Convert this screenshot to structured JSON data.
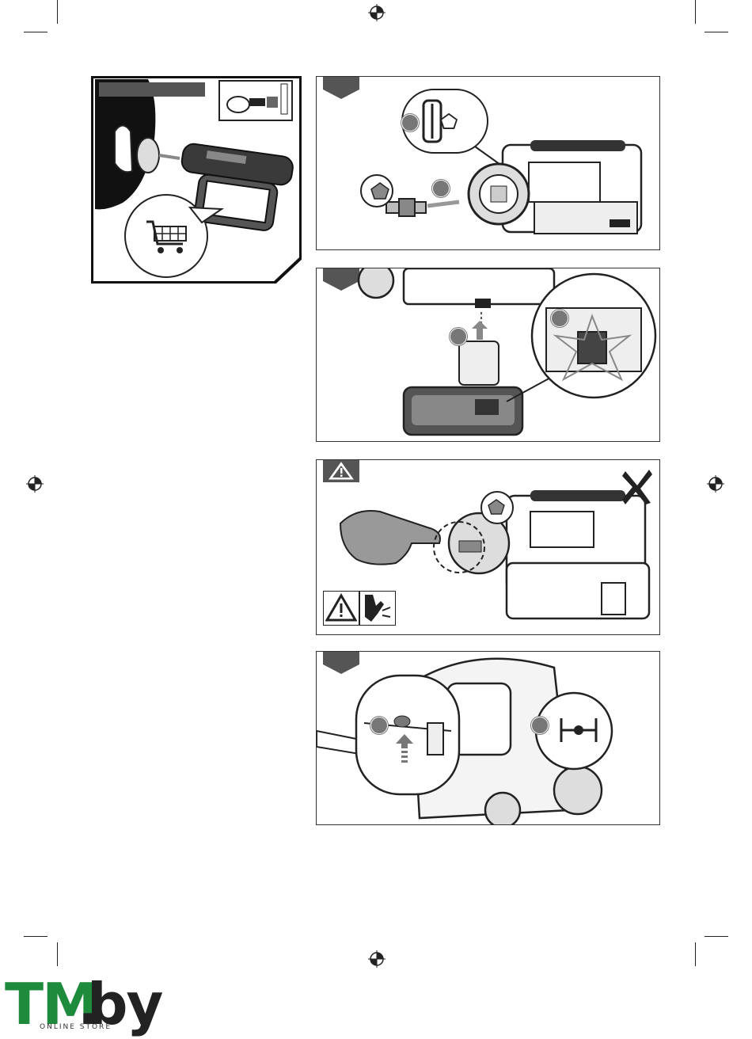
{
  "brand": {
    "logo_main": "TM",
    "logo_dot": ".",
    "logo_suffix": "by",
    "logo_tagline": "ONLINE STORE",
    "color_green": "#1e8a3c",
    "color_dark": "#222222"
  },
  "panels": [
    {
      "id": "panel-1",
      "tab": "step-tab",
      "markers": 2
    },
    {
      "id": "panel-2",
      "tab": "step-tab",
      "markers": 2
    },
    {
      "id": "panel-3",
      "tab": "warning-tab",
      "markers": 0
    },
    {
      "id": "panel-4",
      "tab": "step-tab",
      "markers": 2
    }
  ],
  "icons": [
    "registration-mark-icon",
    "shopping-cart-icon",
    "warning-triangle-icon",
    "hand-pinch-hazard-icon",
    "cross-mark-icon",
    "pentagon-icon",
    "level-indicator-icon",
    "arrow-up-icon"
  ]
}
